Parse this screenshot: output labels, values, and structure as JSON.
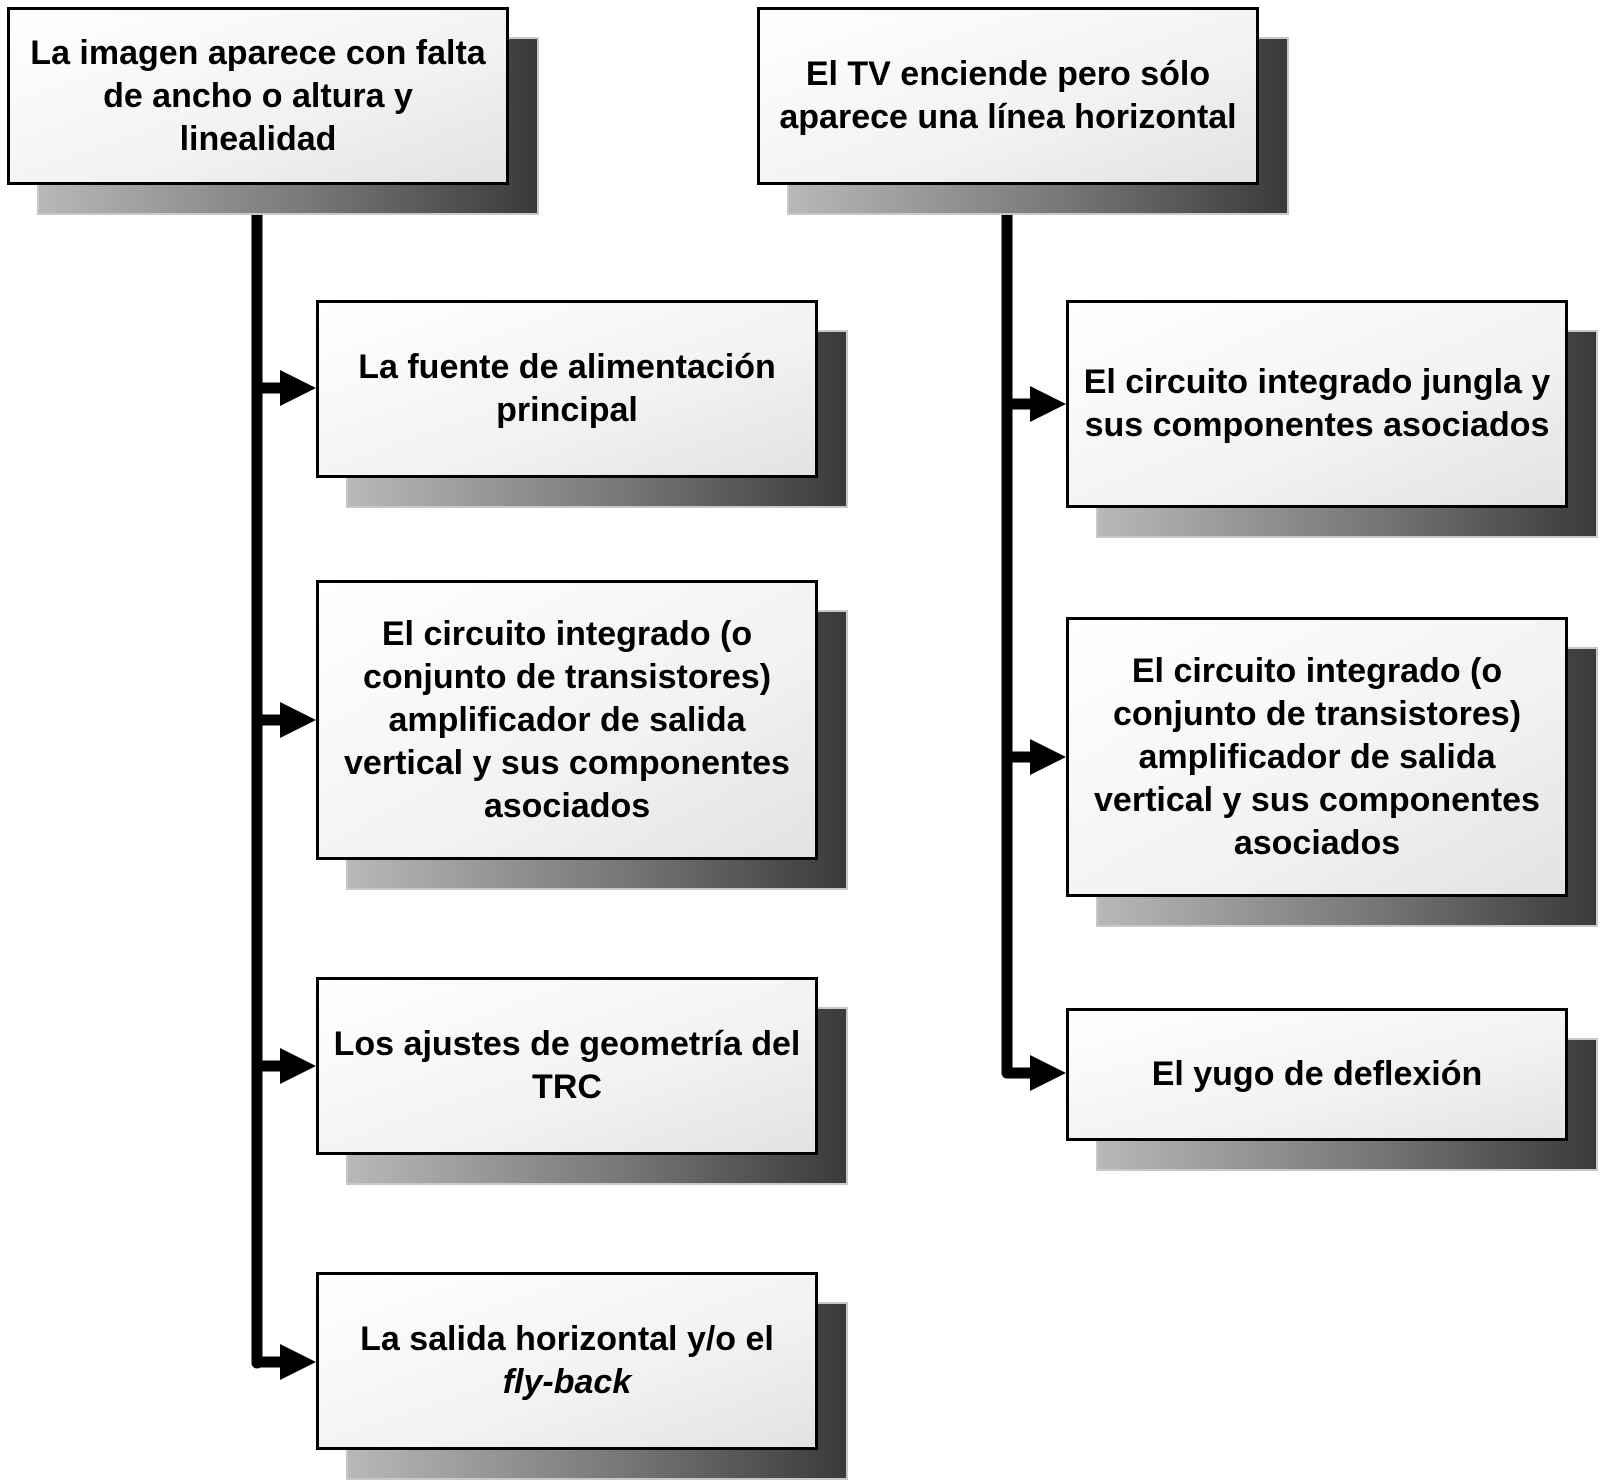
{
  "left_branch": {
    "root": "La imagen aparece con falta de ancho o altura y linealidad",
    "children": [
      "La fuente de alimentación principal",
      "El circuito integrado (o conjunto de transistores) amplificador de salida vertical y sus componentes asociados",
      "Los ajustes de geometría del TRC",
      {
        "text": "La salida horizontal y/o el",
        "italic": "fly-back"
      }
    ]
  },
  "right_branch": {
    "root": "El TV enciende pero sólo aparece una línea horizontal",
    "children": [
      "El circuito integrado jungla y sus componentes asociados",
      "El circuito integrado (o conjunto de transistores) amplificador de salida vertical y sus componentes asociados",
      "El yugo de deflexión"
    ]
  }
}
